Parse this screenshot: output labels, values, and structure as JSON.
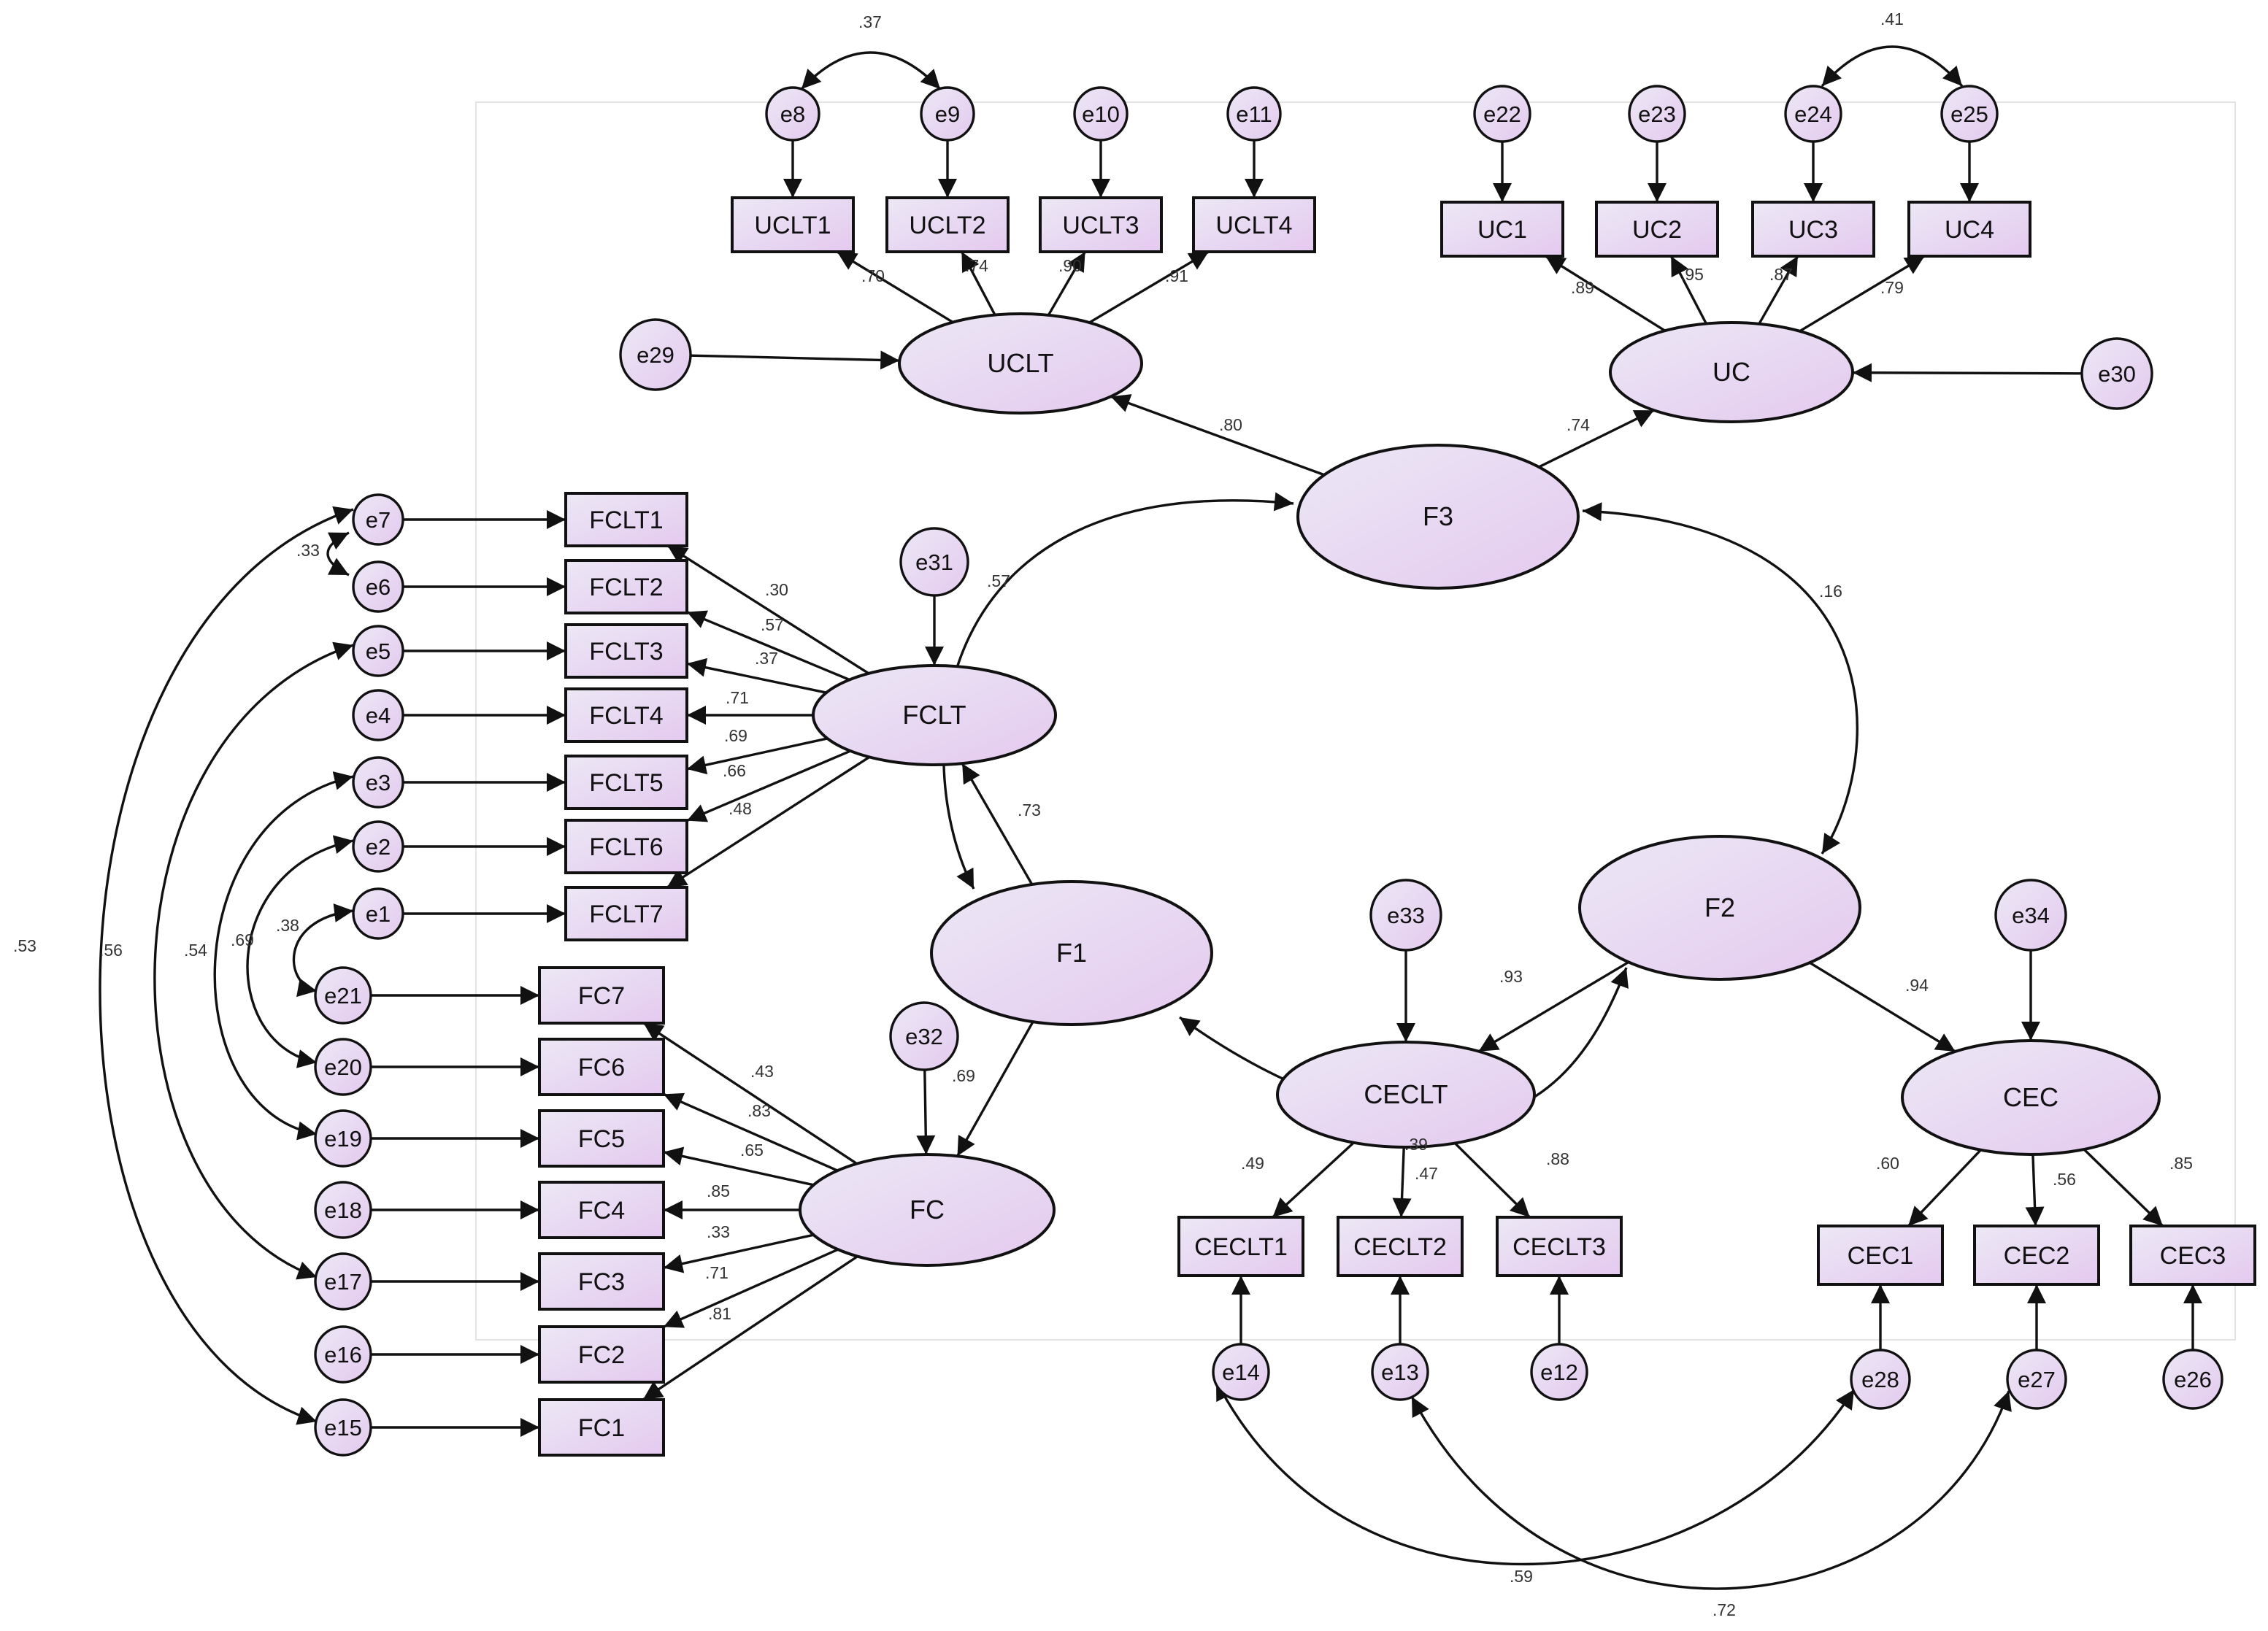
{
  "latent": {
    "UCLT": {
      "label": "UCLT"
    },
    "UC": {
      "label": "UC"
    },
    "F3": {
      "label": "F3"
    },
    "FCLT": {
      "label": "FCLT"
    },
    "F1": {
      "label": "F1"
    },
    "FC": {
      "label": "FC"
    },
    "F2": {
      "label": "F2"
    },
    "CECLT": {
      "label": "CECLT"
    },
    "CEC": {
      "label": "CEC"
    }
  },
  "observed": {
    "UCLT1": {
      "label": "UCLT1"
    },
    "UCLT2": {
      "label": "UCLT2"
    },
    "UCLT3": {
      "label": "UCLT3"
    },
    "UCLT4": {
      "label": "UCLT4"
    },
    "UC1": {
      "label": "UC1"
    },
    "UC2": {
      "label": "UC2"
    },
    "UC3": {
      "label": "UC3"
    },
    "UC4": {
      "label": "UC4"
    },
    "FCLT1": {
      "label": "FCLT1"
    },
    "FCLT2": {
      "label": "FCLT2"
    },
    "FCLT3": {
      "label": "FCLT3"
    },
    "FCLT4": {
      "label": "FCLT4"
    },
    "FCLT5": {
      "label": "FCLT5"
    },
    "FCLT6": {
      "label": "FCLT6"
    },
    "FCLT7": {
      "label": "FCLT7"
    },
    "FC7": {
      "label": "FC7"
    },
    "FC6": {
      "label": "FC6"
    },
    "FC5": {
      "label": "FC5"
    },
    "FC4": {
      "label": "FC4"
    },
    "FC3": {
      "label": "FC3"
    },
    "FC2": {
      "label": "FC2"
    },
    "FC1": {
      "label": "FC1"
    },
    "CECLT1": {
      "label": "CECLT1"
    },
    "CECLT2": {
      "label": "CECLT2"
    },
    "CECLT3": {
      "label": "CECLT3"
    },
    "CEC1": {
      "label": "CEC1"
    },
    "CEC2": {
      "label": "CEC2"
    },
    "CEC3": {
      "label": "CEC3"
    }
  },
  "errors": {
    "e1": {
      "label": "e1"
    },
    "e2": {
      "label": "e2"
    },
    "e3": {
      "label": "e3"
    },
    "e4": {
      "label": "e4"
    },
    "e5": {
      "label": "e5"
    },
    "e6": {
      "label": "e6"
    },
    "e7": {
      "label": "e7"
    },
    "e8": {
      "label": "e8"
    },
    "e9": {
      "label": "e9"
    },
    "e10": {
      "label": "e10"
    },
    "e11": {
      "label": "e11"
    },
    "e12": {
      "label": "e12"
    },
    "e13": {
      "label": "e13"
    },
    "e14": {
      "label": "e14"
    },
    "e15": {
      "label": "e15"
    },
    "e16": {
      "label": "e16"
    },
    "e17": {
      "label": "e17"
    },
    "e18": {
      "label": "e18"
    },
    "e19": {
      "label": "e19"
    },
    "e20": {
      "label": "e20"
    },
    "e21": {
      "label": "e21"
    },
    "e22": {
      "label": "e22"
    },
    "e23": {
      "label": "e23"
    },
    "e24": {
      "label": "e24"
    },
    "e25": {
      "label": "e25"
    },
    "e26": {
      "label": "e26"
    },
    "e27": {
      "label": "e27"
    },
    "e28": {
      "label": "e28"
    },
    "e29": {
      "label": "e29"
    },
    "e30": {
      "label": "e30"
    },
    "e31": {
      "label": "e31"
    },
    "e32": {
      "label": "e32"
    },
    "e33": {
      "label": "e33"
    },
    "e34": {
      "label": "e34"
    }
  },
  "coefficients": {
    "uclt_uclt1": ".70",
    "uclt_uclt2": ".74",
    "uclt_uclt3": ".90",
    "uclt_uclt4": ".91",
    "uc_uc1": ".89",
    "uc_uc2": ".95",
    "uc_uc3": ".87",
    "uc_uc4": ".79",
    "f3_uclt": ".80",
    "f3_uc": ".74",
    "f3_f1": ".57",
    "f3_f2": ".16",
    "e8_e9": ".37",
    "e24_e25": ".41",
    "e7_e6": ".33",
    "fclt_fclt1": ".30",
    "fclt_fclt2": ".57",
    "fclt_fclt3": ".37",
    "fclt_fclt4": ".71",
    "fclt_fclt5": ".69",
    "fclt_fclt6": ".66",
    "fclt_fclt7": ".48",
    "f1_fclt": ".73",
    "f1_fc": ".69",
    "fc_fc7": ".43",
    "fc_fc6": ".83",
    "fc_fc5": ".65",
    "fc_fc4": ".85",
    "fc_fc3": ".33",
    "fc_fc2": ".71",
    "fc_fc1": ".81",
    "e7_e15": ".53",
    "e5_e17": ".56",
    "e3_e19": ".54",
    "e2_e20": ".69",
    "e1_e21": ".38",
    "f2_ceclt": ".93",
    "f2_cec": ".94",
    "ceclt_f1": ".39",
    "ceclt_ceclt1": ".49",
    "ceclt_ceclt2": ".47",
    "ceclt_ceclt3": ".88",
    "cec_cec1": ".60",
    "cec_cec2": ".56",
    "cec_cec3": ".85",
    "e14_e28": ".59",
    "e13_e27": ".72"
  },
  "colors": {
    "node_fill_start": "#ece6f4",
    "node_fill_end": "#e3c8ef",
    "stroke": "#111111"
  }
}
